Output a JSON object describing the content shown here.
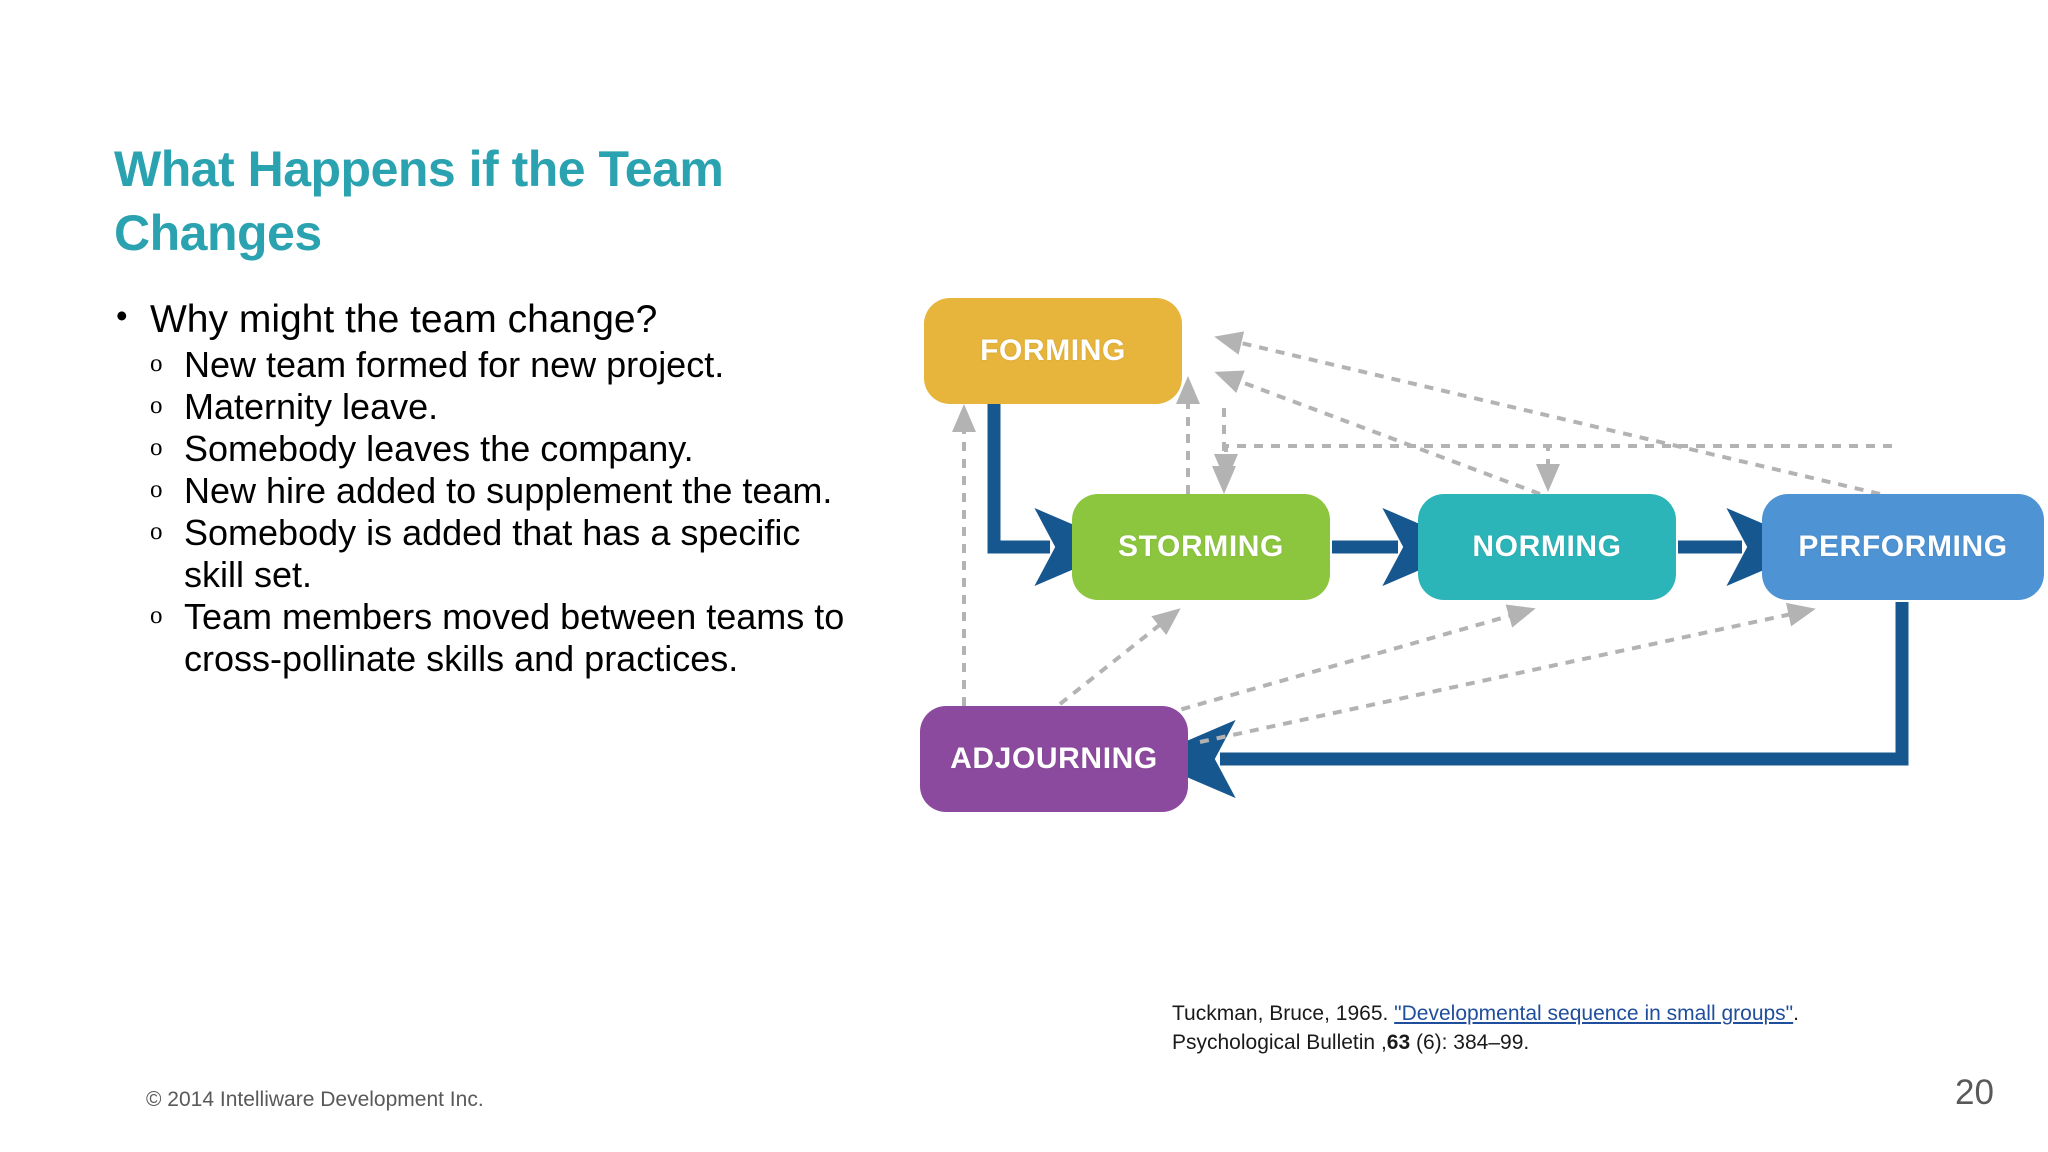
{
  "slide": {
    "title": "What Happens if the Team Changes",
    "title_color": "#2ba2b0",
    "page_number": "20",
    "copyright": "© 2014 Intelliware Development Inc."
  },
  "body": {
    "bullet_marker_level1": "•",
    "bullet_marker_level2": "o",
    "items": [
      {
        "level": 1,
        "text": "Why might the team change?"
      },
      {
        "level": 2,
        "text": "New team formed for new project."
      },
      {
        "level": 2,
        "text": "Maternity leave."
      },
      {
        "level": 2,
        "text": "Somebody leaves the company."
      },
      {
        "level": 2,
        "text": "New hire added to supplement the team."
      },
      {
        "level": 2,
        "text": "Somebody is added that has a specific skill set."
      },
      {
        "level": 2,
        "text": "Team members moved between teams to cross-pollinate skills and practices."
      }
    ]
  },
  "diagram": {
    "type": "flow",
    "title": "Tuckman stages of group development",
    "nodes": [
      {
        "id": "forming",
        "label": "FORMING",
        "color": "#e7b53c"
      },
      {
        "id": "storming",
        "label": "STORMING",
        "color": "#8cc63e"
      },
      {
        "id": "norming",
        "label": "NORMING",
        "color": "#2cb5b9"
      },
      {
        "id": "performing",
        "label": "PERFORMING",
        "color": "#4e93d4"
      },
      {
        "id": "adjourning",
        "label": "ADJOURNING",
        "color": "#8c4a9e"
      }
    ],
    "solid_edges": [
      {
        "from": "forming",
        "to": "storming",
        "style": "solid",
        "color": "#17578f"
      },
      {
        "from": "storming",
        "to": "norming",
        "style": "solid",
        "color": "#17578f"
      },
      {
        "from": "norming",
        "to": "performing",
        "style": "solid",
        "color": "#17578f"
      },
      {
        "from": "performing",
        "to": "adjourning",
        "style": "solid",
        "color": "#17578f"
      }
    ],
    "dashed_edges": [
      {
        "from": "storming",
        "to": "forming",
        "style": "dashed",
        "color": "#b3b3b3"
      },
      {
        "from": "norming",
        "to": "forming",
        "style": "dashed",
        "color": "#b3b3b3"
      },
      {
        "from": "performing",
        "to": "forming",
        "style": "dashed",
        "color": "#b3b3b3"
      },
      {
        "from": "norming",
        "to": "storming",
        "style": "dashed",
        "color": "#b3b3b3"
      },
      {
        "from": "performing",
        "to": "storming",
        "style": "dashed",
        "color": "#b3b3b3"
      },
      {
        "from": "performing",
        "to": "norming",
        "style": "dashed",
        "color": "#b3b3b3"
      },
      {
        "from": "adjourning",
        "to": "forming",
        "style": "dashed",
        "color": "#b3b3b3"
      },
      {
        "from": "adjourning",
        "to": "storming",
        "style": "dashed",
        "color": "#b3b3b3"
      },
      {
        "from": "adjourning",
        "to": "norming",
        "style": "dashed",
        "color": "#b3b3b3"
      },
      {
        "from": "adjourning",
        "to": "performing",
        "style": "dashed",
        "color": "#b3b3b3"
      }
    ]
  },
  "citation": {
    "prefix": "Tuckman, Bruce, 1965. ",
    "link_text": "\"Developmental sequence in small groups\"",
    "middle": ". Psychological Bulletin ,",
    "volume": "63",
    "suffix": " (6): 384–99."
  }
}
